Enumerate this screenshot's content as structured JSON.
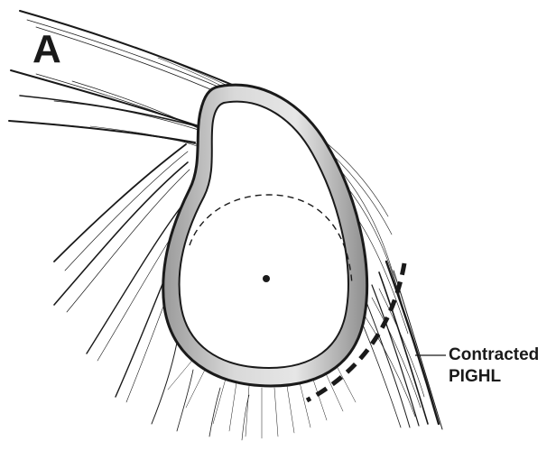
{
  "panel_label": "A",
  "callout": {
    "line1": "Contracted",
    "line2": "PIGHL"
  },
  "colors": {
    "ink": "#1a1a1a",
    "rim_outer": "#8a8a8a",
    "rim_inner": "#d4d4d4",
    "background": "#ffffff"
  }
}
